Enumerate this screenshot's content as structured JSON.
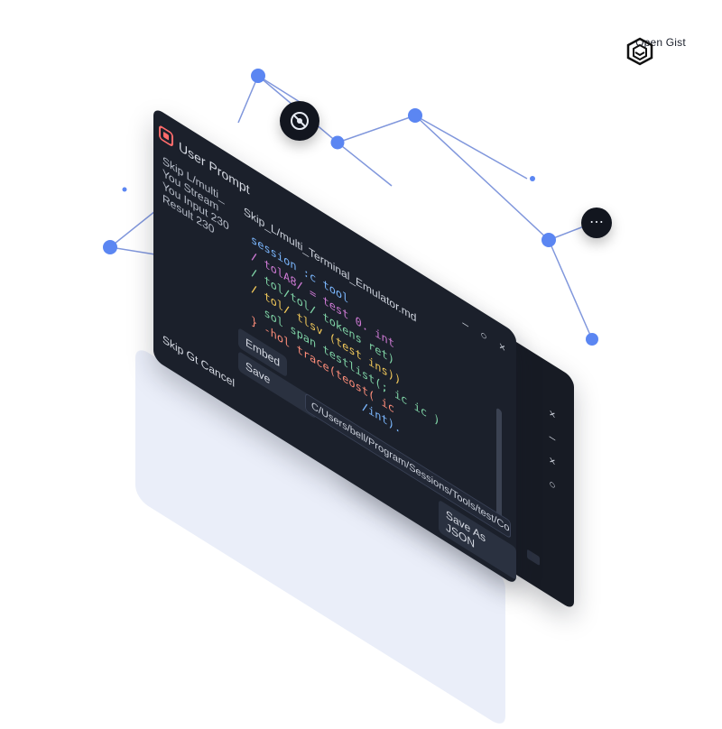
{
  "brand": {
    "name": "Open Gist",
    "icon": "cube-icon"
  },
  "window": {
    "title": "User Prompt",
    "filename": "Skip_L/multi_Terminal_Emulator.md",
    "side_lines": [
      "Skip L/multi_",
      "You Stream",
      "You Input 230",
      "Result 230"
    ],
    "controls": [
      "–",
      "○",
      "×"
    ],
    "code_lines": [
      "session :c tool",
      "/ tolA8/ = test 0. int",
      "/ tol/tol/ tokens ret)",
      "/ tol/ tlsv (test ins))",
      "  sol span testlist(; ic ic )",
      "} -hol trace(teost( ic",
      "                 /int).",
      ""
    ],
    "entry_label": "Embed",
    "save_label": "Save",
    "input_value": "C/Users/bell/Program/Sessions/Tools/test/Configuration.exe",
    "footer_left": "Skip  Gt  Cancel",
    "footer_right": "Save As JSON"
  },
  "back_window": {
    "controls": [
      "×",
      "–",
      "×",
      "○"
    ]
  },
  "colors": {
    "accent": "#5b86f2",
    "line": "#6b85d6",
    "bg": "#ffffff"
  },
  "icons": {
    "chat": "chat-bubble-icon",
    "dots": "more-dots-icon"
  }
}
